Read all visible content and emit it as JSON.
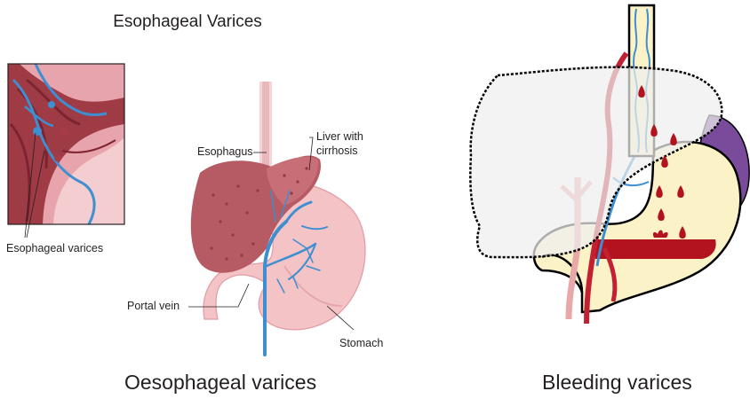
{
  "left_panel": {
    "title": "Esophageal Varices",
    "labels": {
      "esophagus": "Esophagus",
      "liver": "Liver with cirrhosis",
      "liver_line1": "Liver with",
      "liver_line2": "cirrhosis",
      "esophageal_varices": "Esophageal varices",
      "portal_vein": "Portal vein",
      "stomach": "Stomach"
    },
    "caption": "Oesophageal varices"
  },
  "right_panel": {
    "caption": "Bleeding varices"
  },
  "colors": {
    "liver_fill": "#b65a63",
    "stomach_fill": "#f3c3c6",
    "esophagus_fill": "#f3d6d6",
    "varix_blue": "#3d8fd1",
    "artery_red": "#c32033",
    "blood": "#b3121f",
    "spleen_purple": "#7b4b9b",
    "cream": "#fbf2c8",
    "outline": "#000000"
  }
}
